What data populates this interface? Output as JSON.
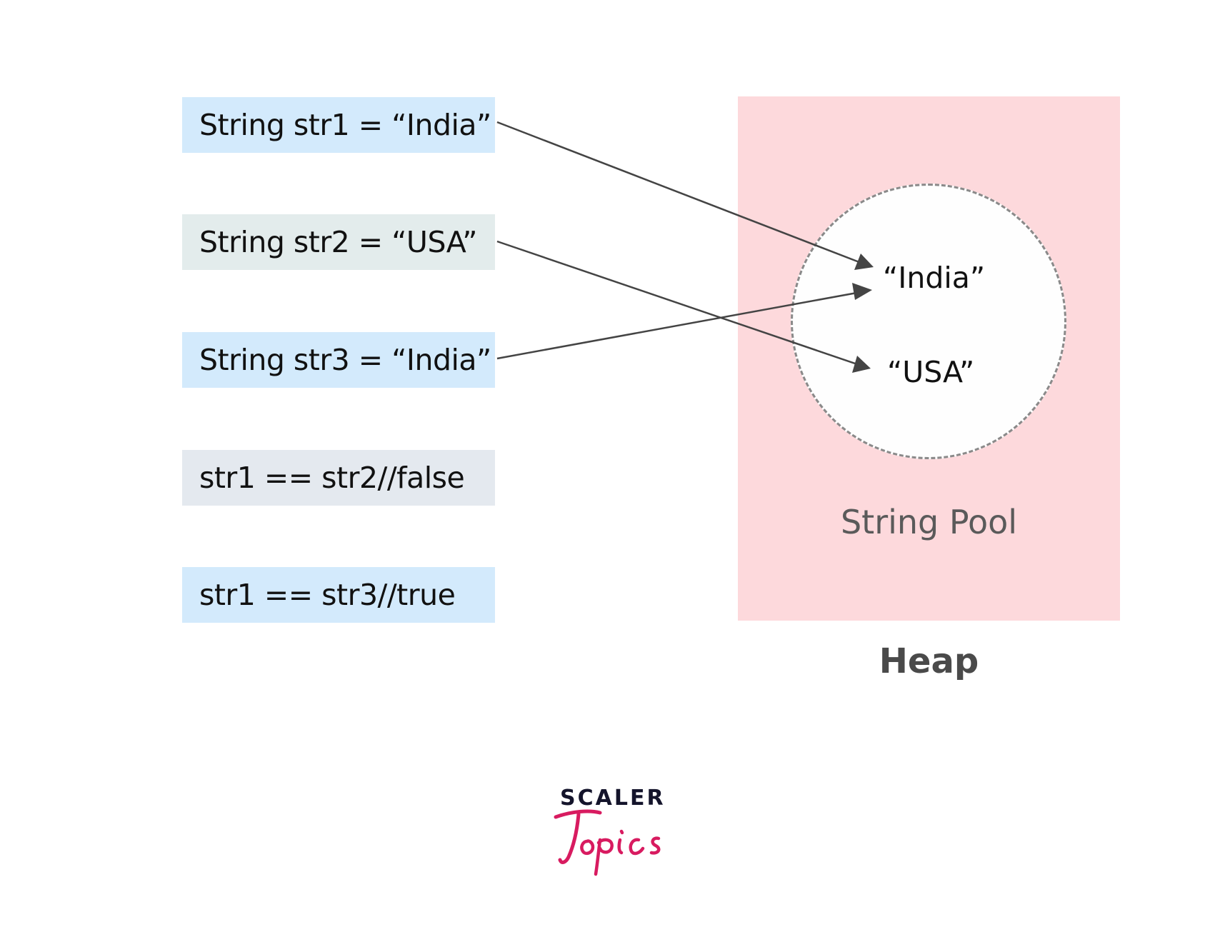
{
  "code_lines": [
    {
      "text": "String str1 = “India”"
    },
    {
      "text": "String str2 = “USA”"
    },
    {
      "text": "String str3 = “India”"
    },
    {
      "text": "str1 == str2//false"
    },
    {
      "text": "str1 == str3//true"
    }
  ],
  "pool": {
    "label": "String Pool",
    "values": [
      "“India”",
      "“USA”"
    ]
  },
  "heap": {
    "label": "Heap"
  },
  "arrows": [
    {
      "from": "String str1",
      "to": "“India”"
    },
    {
      "from": "String str2",
      "to": "“USA”"
    },
    {
      "from": "String str3",
      "to": "“India”"
    }
  ],
  "logo": {
    "top_word": "SCALER",
    "script_word": "Topics"
  },
  "colors": {
    "code_box_blue": "#d3eafc",
    "code_box_grey": "#e3ecec",
    "heap_fill": "#fdd9dc",
    "arrow": "#444444",
    "logo_pink": "#d81b60",
    "logo_dark": "#14142b"
  }
}
